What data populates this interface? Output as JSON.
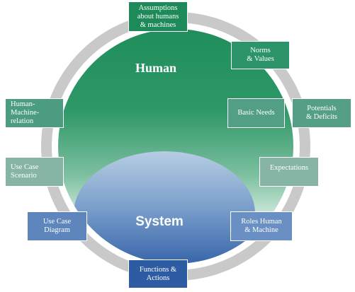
{
  "diagram": {
    "inner_labels": {
      "human": "Human",
      "system": "System"
    },
    "boxes": {
      "assumptions": "Assumptions\nabout humans\n& machines",
      "norms": "Norms\n& Values",
      "human_machine_relation": "Human-\nMachine-\nrelation",
      "basic_needs": "Basic Needs",
      "potentials": "Potentials\n& Deficits",
      "use_case_scenario": "Use Case\nScenario",
      "expectations": "Expectations",
      "use_case_diagram": "Use Case\nDiagram",
      "roles": "Roles Human\n& Machine",
      "functions": "Functions  &\nActions"
    },
    "colors": {
      "ring": "#c8c8c8",
      "human_green": "#1f8e5c",
      "human_light": "#d6ede2",
      "system_top": "#a9c2dd",
      "system_bottom": "#2c5ea6",
      "box_dark_green": "#1e8a5a",
      "box_mid_green": "#4b9c80",
      "box_light_green": "#86b5a6",
      "box_blue_light": "#6a8fc2",
      "box_blue_dark": "#2e5ca3"
    }
  }
}
